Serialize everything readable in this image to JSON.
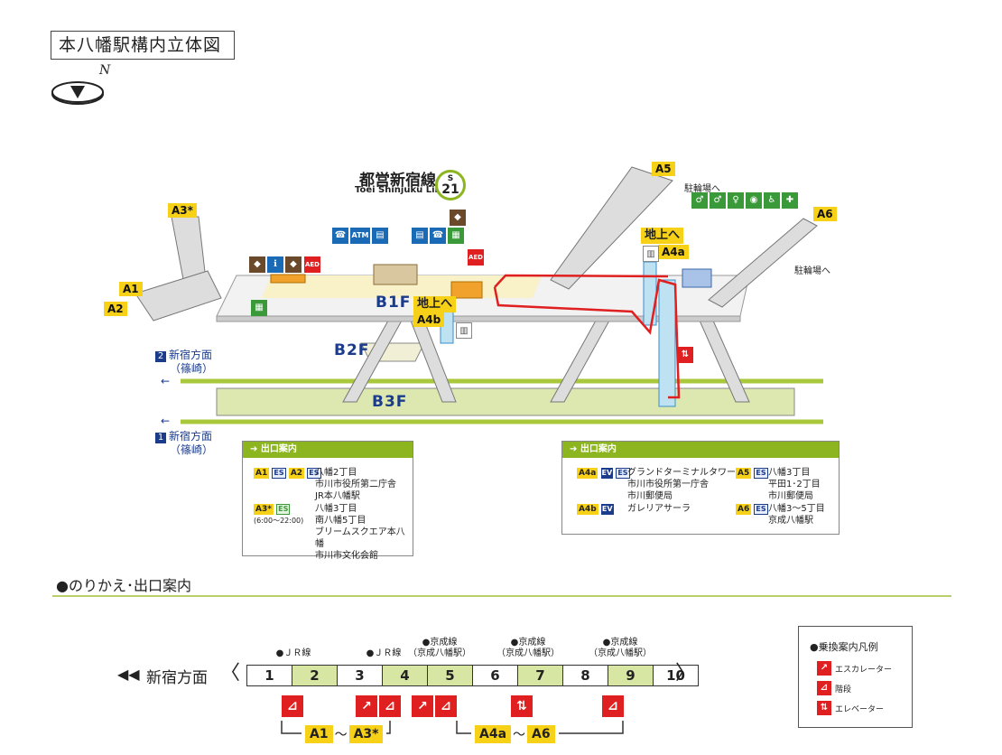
{
  "title": "本八幡駅構内立体図",
  "compass": {
    "north_label": "N",
    "icon": "compass-icon"
  },
  "line": {
    "name_ja": "都営新宿線",
    "name_en": "Toei Shinjuku Line",
    "badge_letter": "S",
    "badge_number": "21",
    "color": "#8cb51f"
  },
  "floors": {
    "b1": "B1F",
    "b2": "B2F",
    "b3": "B3F"
  },
  "exits_on_map": {
    "a1": "A1",
    "a2": "A2",
    "a3": "A3*",
    "a4a": "A4a",
    "a4b": "A4b",
    "a5": "A5",
    "a6": "A6"
  },
  "signs": {
    "to_ground_left": "地上へ",
    "to_ground_right": "地上へ",
    "bike_a5": "駐輪場へ",
    "bike_a6": "駐輪場へ",
    "aed": "AED",
    "atm": "ATM"
  },
  "directions": {
    "track2": {
      "num": "2",
      "line1": "新宿方面",
      "line2": "（篠崎）"
    },
    "track1": {
      "num": "1",
      "line1": "新宿方面",
      "line2": "（篠崎）"
    }
  },
  "exit_panels": [
    {
      "header": "出口案内",
      "groups": [
        {
          "tags": [
            "A1",
            "A2"
          ],
          "lines": [
            "八幡2丁目",
            "市川市役所第二庁舎",
            "JR本八幡駅"
          ]
        },
        {
          "tags": [
            "A3*"
          ],
          "note": "(6:00～22:00)",
          "lines": [
            "八幡3丁目",
            "南八幡5丁目",
            "ブリームスクエア本八幡",
            "市川市文化会館"
          ]
        }
      ]
    },
    {
      "header": "出口案内",
      "groups": [
        {
          "tags": [
            "A4a"
          ],
          "lines": [
            "グランドターミナルタワー",
            "市川市役所第一庁舎",
            "市川郵便局"
          ]
        },
        {
          "tags": [
            "A4b"
          ],
          "lines": [
            "ガレリアサーラ"
          ]
        },
        {
          "tags": [
            "A5"
          ],
          "lines": [
            "八幡3丁目",
            "平田1･2丁目",
            "市川郵便局"
          ]
        },
        {
          "tags": [
            "A6"
          ],
          "lines": [
            "八幡3～5丁目",
            "京成八幡駅"
          ]
        }
      ]
    }
  ],
  "tag_labels": {
    "es": "ES",
    "ev": "EV"
  },
  "transfer_section": {
    "title": "●のりかえ･出口案内",
    "direction": "新宿方面",
    "cars": [
      "1",
      "2",
      "3",
      "4",
      "5",
      "6",
      "7",
      "8",
      "9",
      "10"
    ],
    "highlighted_cars": [
      2,
      4,
      5,
      7,
      9
    ],
    "transfers": {
      "car2": "●ＪＲ線",
      "car4": "●ＪＲ線",
      "car5_a": "●京成線",
      "car5_b": "（京成八幡駅）",
      "car7_a": "●京成線",
      "car7_b": "（京成八幡駅）",
      "car9_a": "●京成線",
      "car9_b": "（京成八幡駅）"
    },
    "bracket_left": {
      "from": "A1",
      "sep": "～",
      "to": "A3*"
    },
    "bracket_right": {
      "from": "A4a",
      "sep": "～",
      "to": "A6"
    }
  },
  "legend": {
    "title": "●乗換案内凡例",
    "items": [
      {
        "icon": "escalator-icon",
        "label": "エスカレーター"
      },
      {
        "icon": "stairs-icon",
        "label": "階段"
      },
      {
        "icon": "elevator-icon",
        "label": "エレベーター"
      }
    ]
  }
}
